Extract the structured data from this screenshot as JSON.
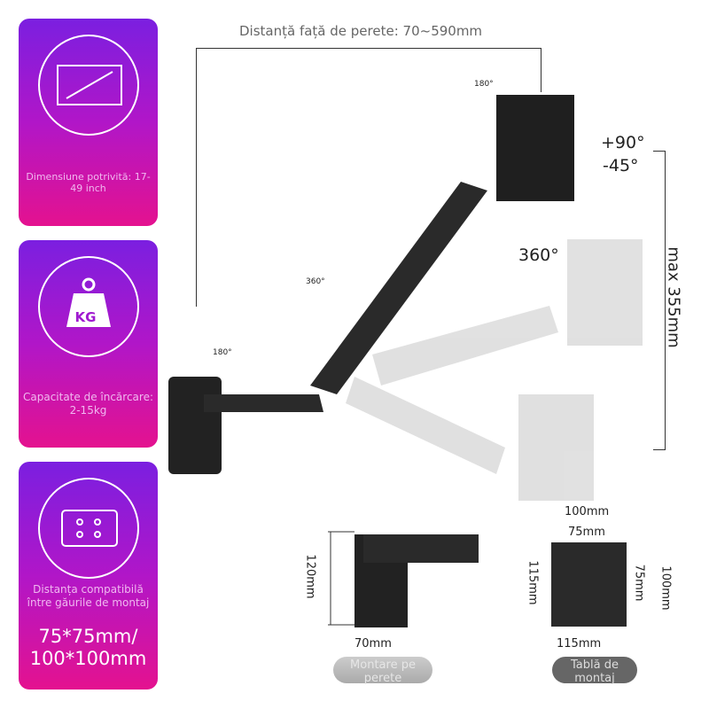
{
  "features": [
    {
      "icon": "screen-size-icon",
      "text": "Dimensiune potrivită: 17-49 inch"
    },
    {
      "icon": "weight-kg-icon",
      "icon_label": "KG",
      "text": "Capacitate de încărcare: 2-15kg"
    },
    {
      "icon": "vesa-holes-icon",
      "text": "Distanța compatibilă între găurile de montaj",
      "highlight_1": "75*75mm/",
      "highlight_2": "100*100mm"
    }
  ],
  "dimensions": {
    "wall_distance": "Distanță față de perete: 70~590mm",
    "max_height": "max 355mm",
    "tilt_up": "+90°",
    "tilt_down": "-45°",
    "rotation": "360°",
    "swivel_top": "180°",
    "swivel_mid": "360°",
    "swivel_base": "180°"
  },
  "wall_mount": {
    "height": "120mm",
    "width": "70mm",
    "label": "Montare pe perete"
  },
  "plate": {
    "outer_width": "100mm",
    "inner_width": "75mm",
    "height_left": "115mm",
    "height_right_outer": "100mm",
    "height_right_inner": "75mm",
    "bottom_width": "115mm",
    "label": "Tablă de montaj"
  },
  "colors": {
    "card_top": "#7b1fe0",
    "card_bottom": "#e4128f",
    "arm": "#2a2a2a"
  }
}
